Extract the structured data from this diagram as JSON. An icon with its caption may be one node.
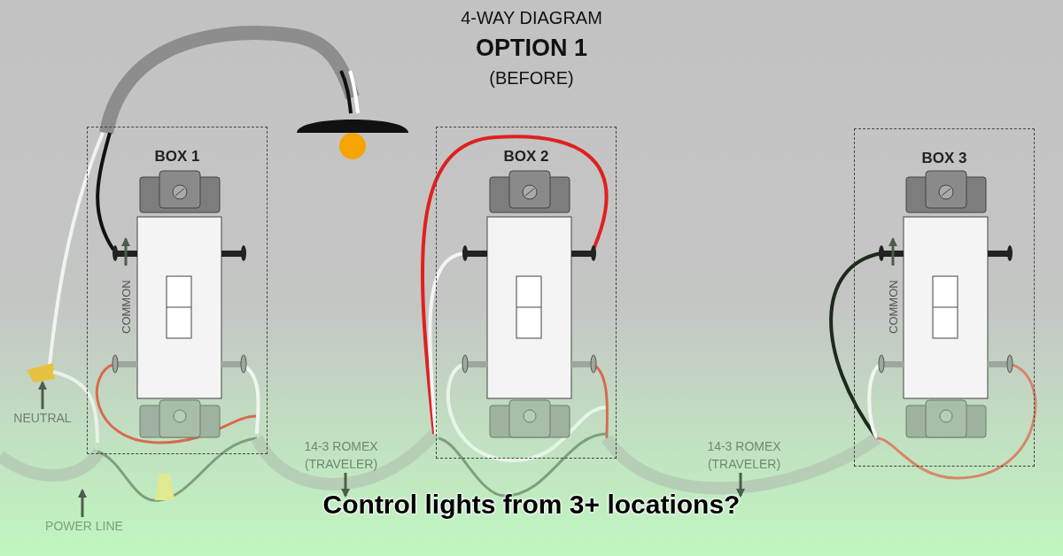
{
  "diagram": {
    "title": "4-WAY DIAGRAM",
    "caption": "Control lights from 3+ locations?",
    "nodes": [
      {
        "text": [
          "BOX 1"
        ]
      },
      {
        "text": [
          "BOX 2"
        ]
      },
      {
        "text": [
          "BOX 3"
        ]
      },
      {
        "text": [
          "NEUTRAL"
        ]
      },
      {
        "text": [
          "COMMON"
        ],
        "in": 0
      },
      {
        "text": [
          "COMMON"
        ],
        "in": 2
      },
      {
        "text": [
          "14-3 ROMEX (TRAVELER)"
        ]
      },
      {
        "text": [
          "14-3 ROMEX (TRAVELER)"
        ]
      },
      {
        "text": [
          "POWER LINE"
        ]
      }
    ],
    "edges": [
      {
        "from": 3,
        "to": null,
        "arrow": "to"
      },
      {
        "from": 4,
        "to": null,
        "arrow": "to"
      },
      {
        "from": 5,
        "to": null,
        "arrow": "to"
      },
      {
        "from": 6,
        "to": null,
        "arrow": "to"
      },
      {
        "from": 7,
        "to": null,
        "arrow": "to"
      },
      {
        "from": 8,
        "to": null,
        "arrow": "to"
      }
    ],
    "labels": [
      "OPTION 1",
      "(BEFORE)"
    ]
  }
}
